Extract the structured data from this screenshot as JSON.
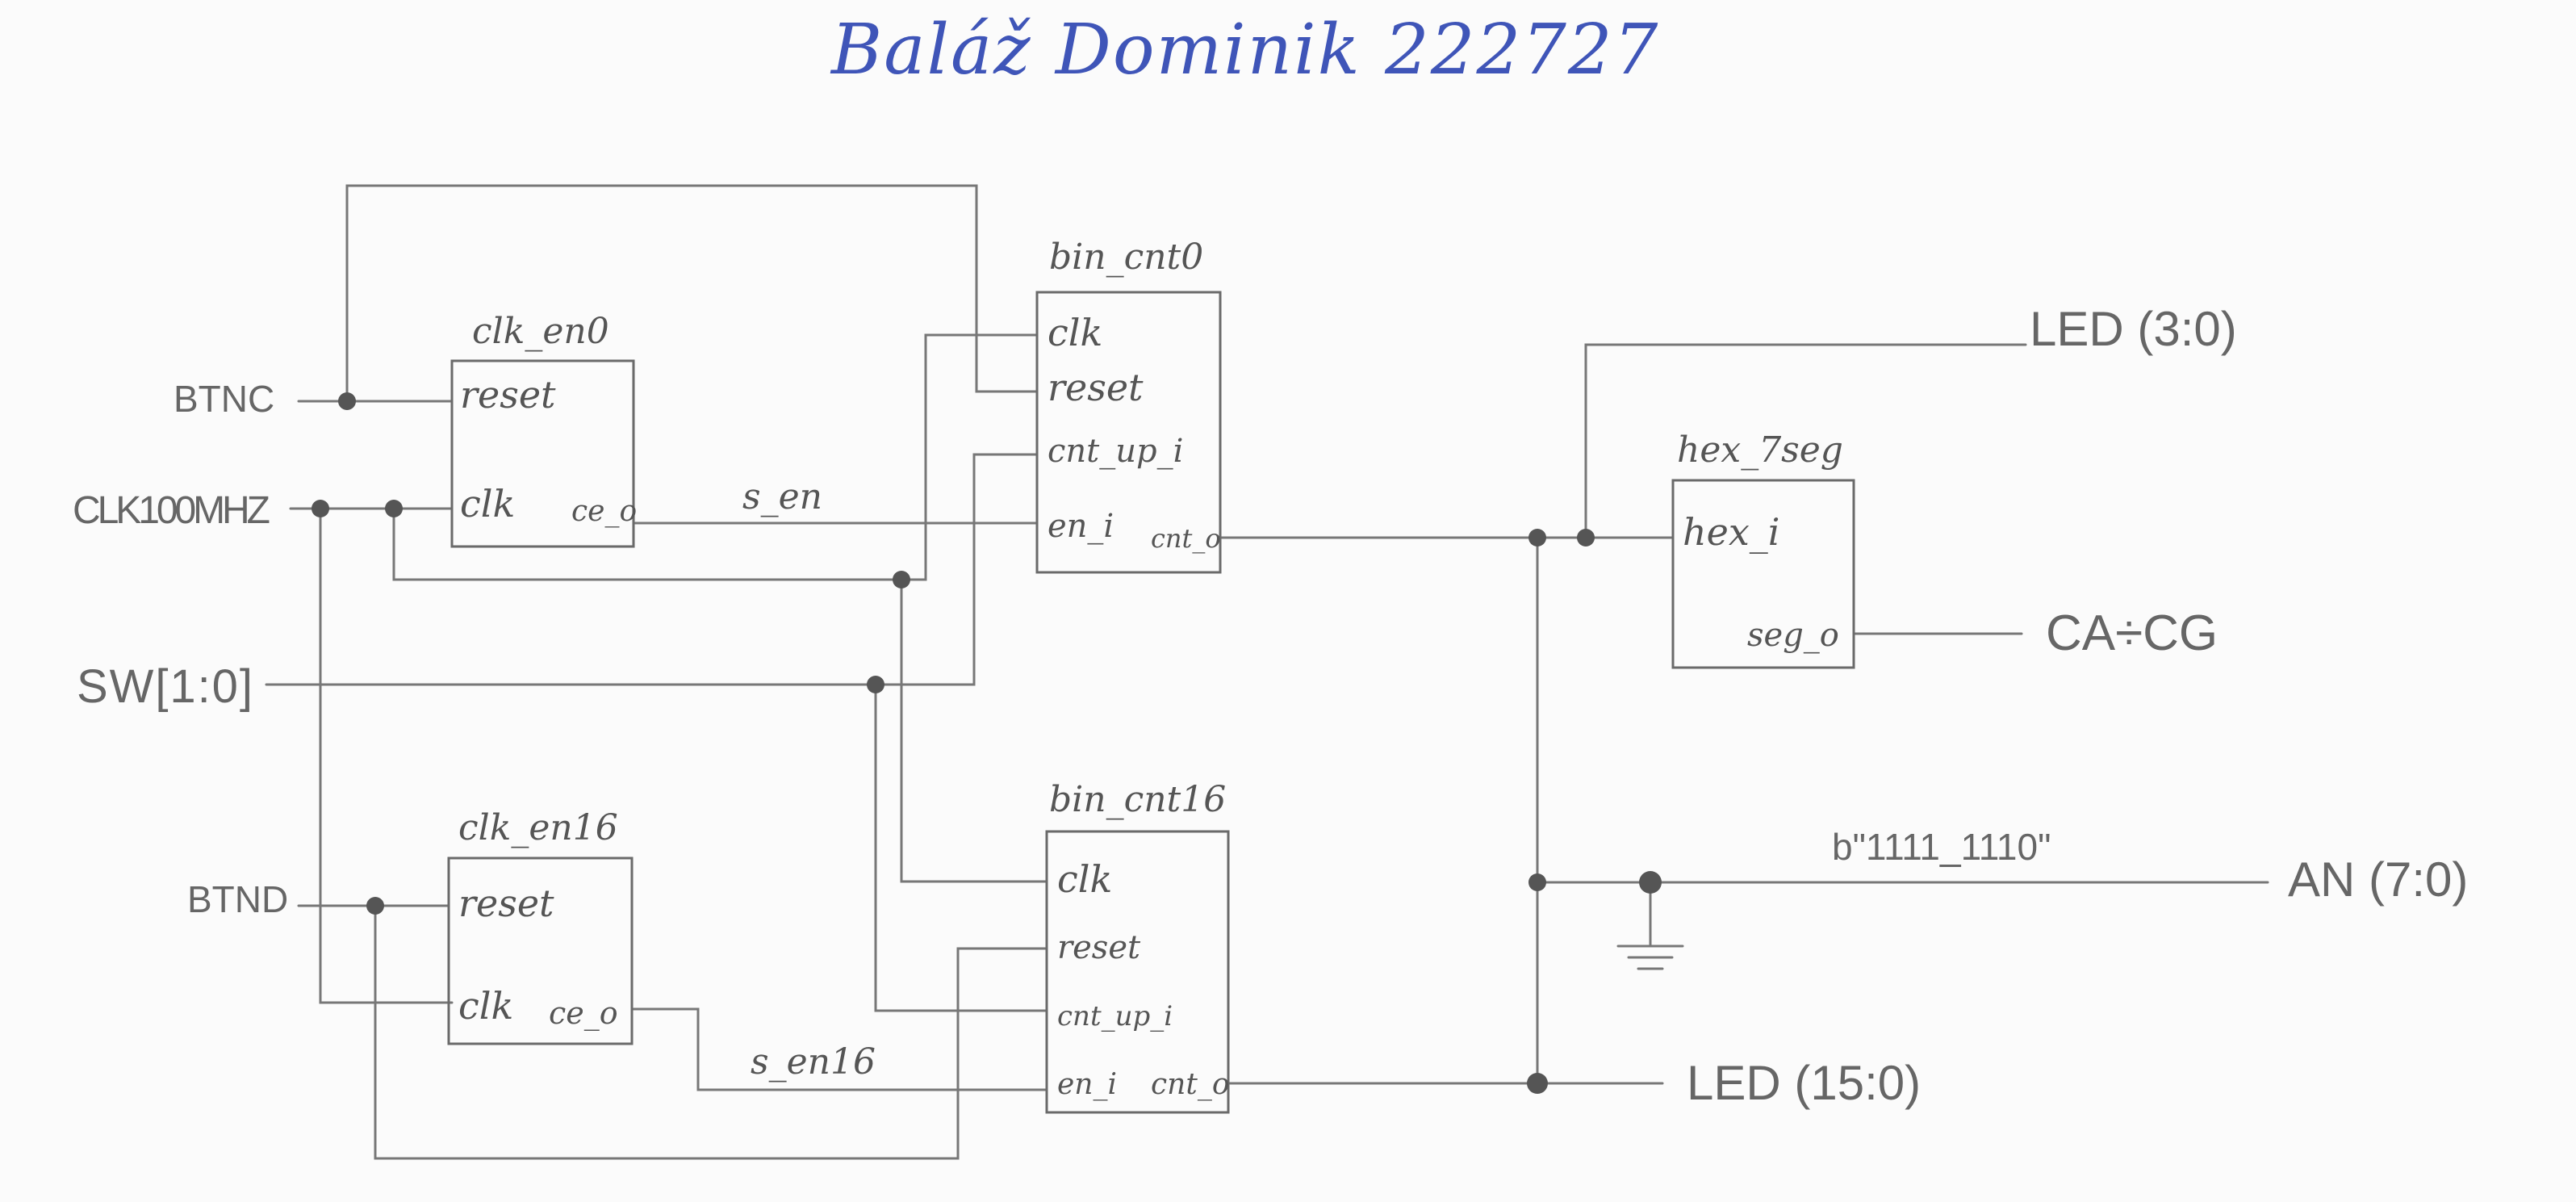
{
  "author": "Baláž Dominik 222727",
  "inputs": {
    "btnc": "BTNC",
    "clk": "CLK100MHZ",
    "sw": "SW[1:0]",
    "btnd": "BTND"
  },
  "outputs": {
    "led_low": "LED (3:0)",
    "seg": "CA÷CG",
    "an": "AN (7:0)",
    "led_high": "LED (15:0)"
  },
  "constant": "b\"1111_1110\"",
  "blocks": {
    "clk_en0": {
      "title": "clk_en0",
      "reset": "reset",
      "clk": "clk",
      "ce_o": "ce_o"
    },
    "clk_en16": {
      "title": "clk_en16",
      "reset": "reset",
      "clk": "clk",
      "ce_o": "ce_o"
    },
    "bin_cnt0": {
      "title": "bin_cnt0",
      "clk": "clk",
      "reset": "reset",
      "cnt_up_i": "cnt_up_i",
      "en_i": "en_i",
      "cnt_o": "cnt_o"
    },
    "bin_cnt16": {
      "title": "bin_cnt16",
      "clk": "clk",
      "reset": "reset",
      "cnt_up_i": "cnt_up_i",
      "en_i": "en_i",
      "cnt_o": "cnt_o"
    },
    "hex_7seg": {
      "title": "hex_7seg",
      "hex_i": "hex_i",
      "seg_o": "seg_o"
    }
  },
  "signals": {
    "s_en": "s_en",
    "s_en16": "s_en16"
  }
}
